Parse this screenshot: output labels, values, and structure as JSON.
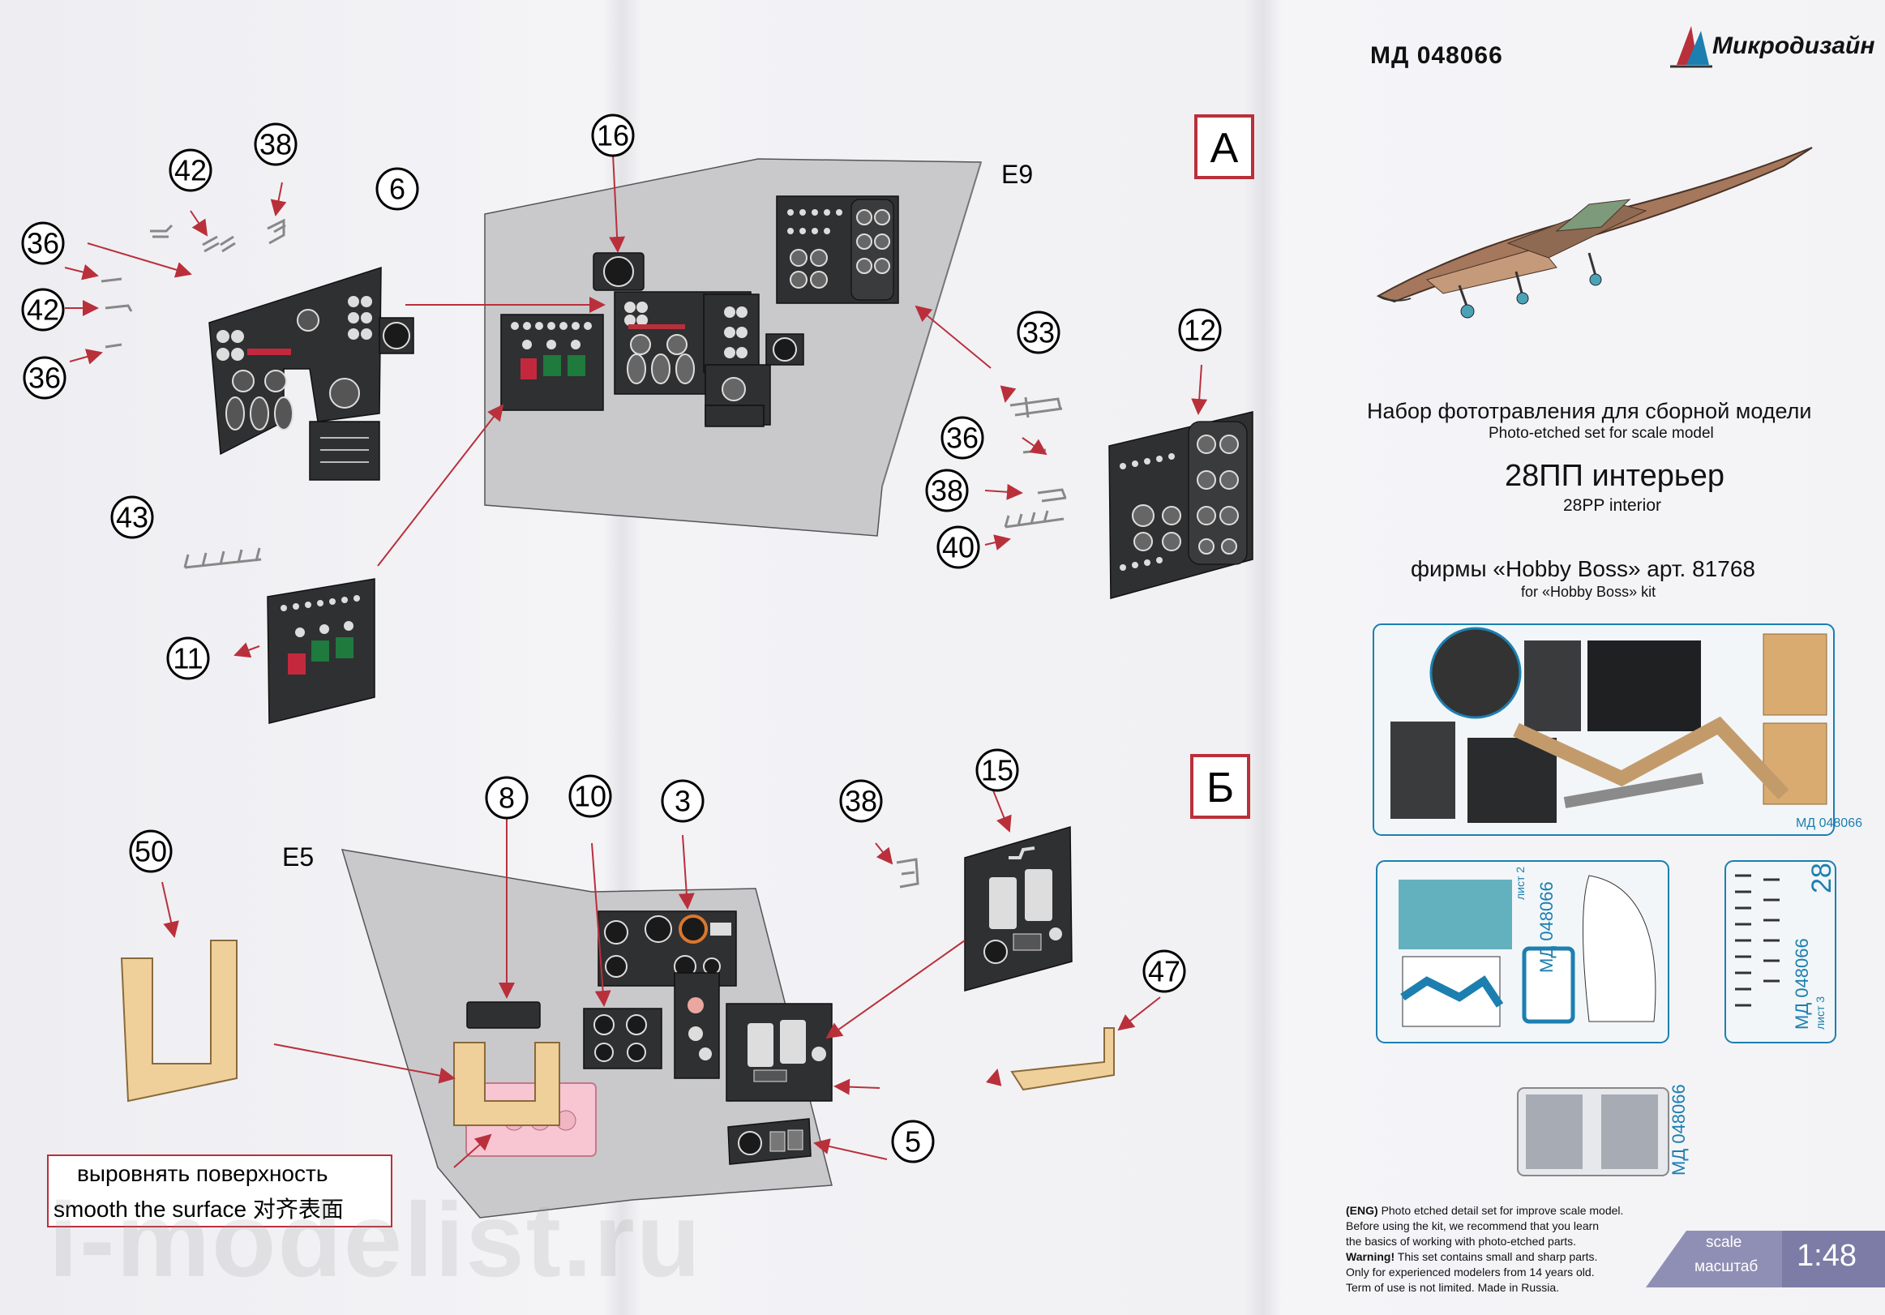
{
  "header": {
    "code": "МД 048066",
    "brand": "Микродизайн",
    "title_ru": "Набор фототравления для сборной модели",
    "title_en": "Photo-etched set for scale model",
    "model_ru": "28ПП интерьер",
    "model_en": "28PP interior",
    "kit_ru": "фирмы «Hobby Boss» арт. 81768",
    "kit_en": "for «Hobby Boss» kit"
  },
  "sections": {
    "a": "А",
    "b": "Б",
    "e9": "E9",
    "e5": "E5"
  },
  "callouts": {
    "c16": "16",
    "c38a": "38",
    "c42a": "42",
    "c6": "6",
    "c36a": "36",
    "c42b": "42",
    "c36b": "36",
    "c33": "33",
    "c12": "12",
    "c36c": "36",
    "c38b": "38",
    "c40": "40",
    "c43": "43",
    "c11": "11",
    "c8": "8",
    "c10": "10",
    "c3": "3",
    "c15": "15",
    "c38c": "38",
    "c50": "50",
    "c47": "47",
    "c5": "5"
  },
  "note": {
    "ru": "выровнять поверхность",
    "en": "smooth the surface 对齐表面"
  },
  "sheets": {
    "sheet1_code": "МД 048066",
    "sheet2_code": "МД 048066",
    "sheet2_label": "лист 2",
    "sheet3_code": "МД 048066",
    "sheet3_label": "лист 3",
    "sheet3_num": "28",
    "film_code": "МД 048066"
  },
  "footer": {
    "eng_tag": "(ENG)",
    "line1": "Photo etched detail set for improve scale model.",
    "line2": "Before using the kit, we recommend that you learn",
    "line3": "the basics of working with photo-etched parts.",
    "warn_tag": "Warning!",
    "line4": "This set contains small and sharp parts.",
    "line5": "Only for experienced modelers from 14 years old.",
    "line6": "Term of use is not limited. Made in Russia.",
    "scale_en": "scale",
    "scale_ru": "масштаб",
    "scale_value": "1:48"
  },
  "watermark": "i-modelist.ru",
  "colors": {
    "accent_red": "#b9303b",
    "scale_bg": "#8f8fb5",
    "etch_blue": "#1c7fb0",
    "cushion_tan": "#f0d09a"
  }
}
